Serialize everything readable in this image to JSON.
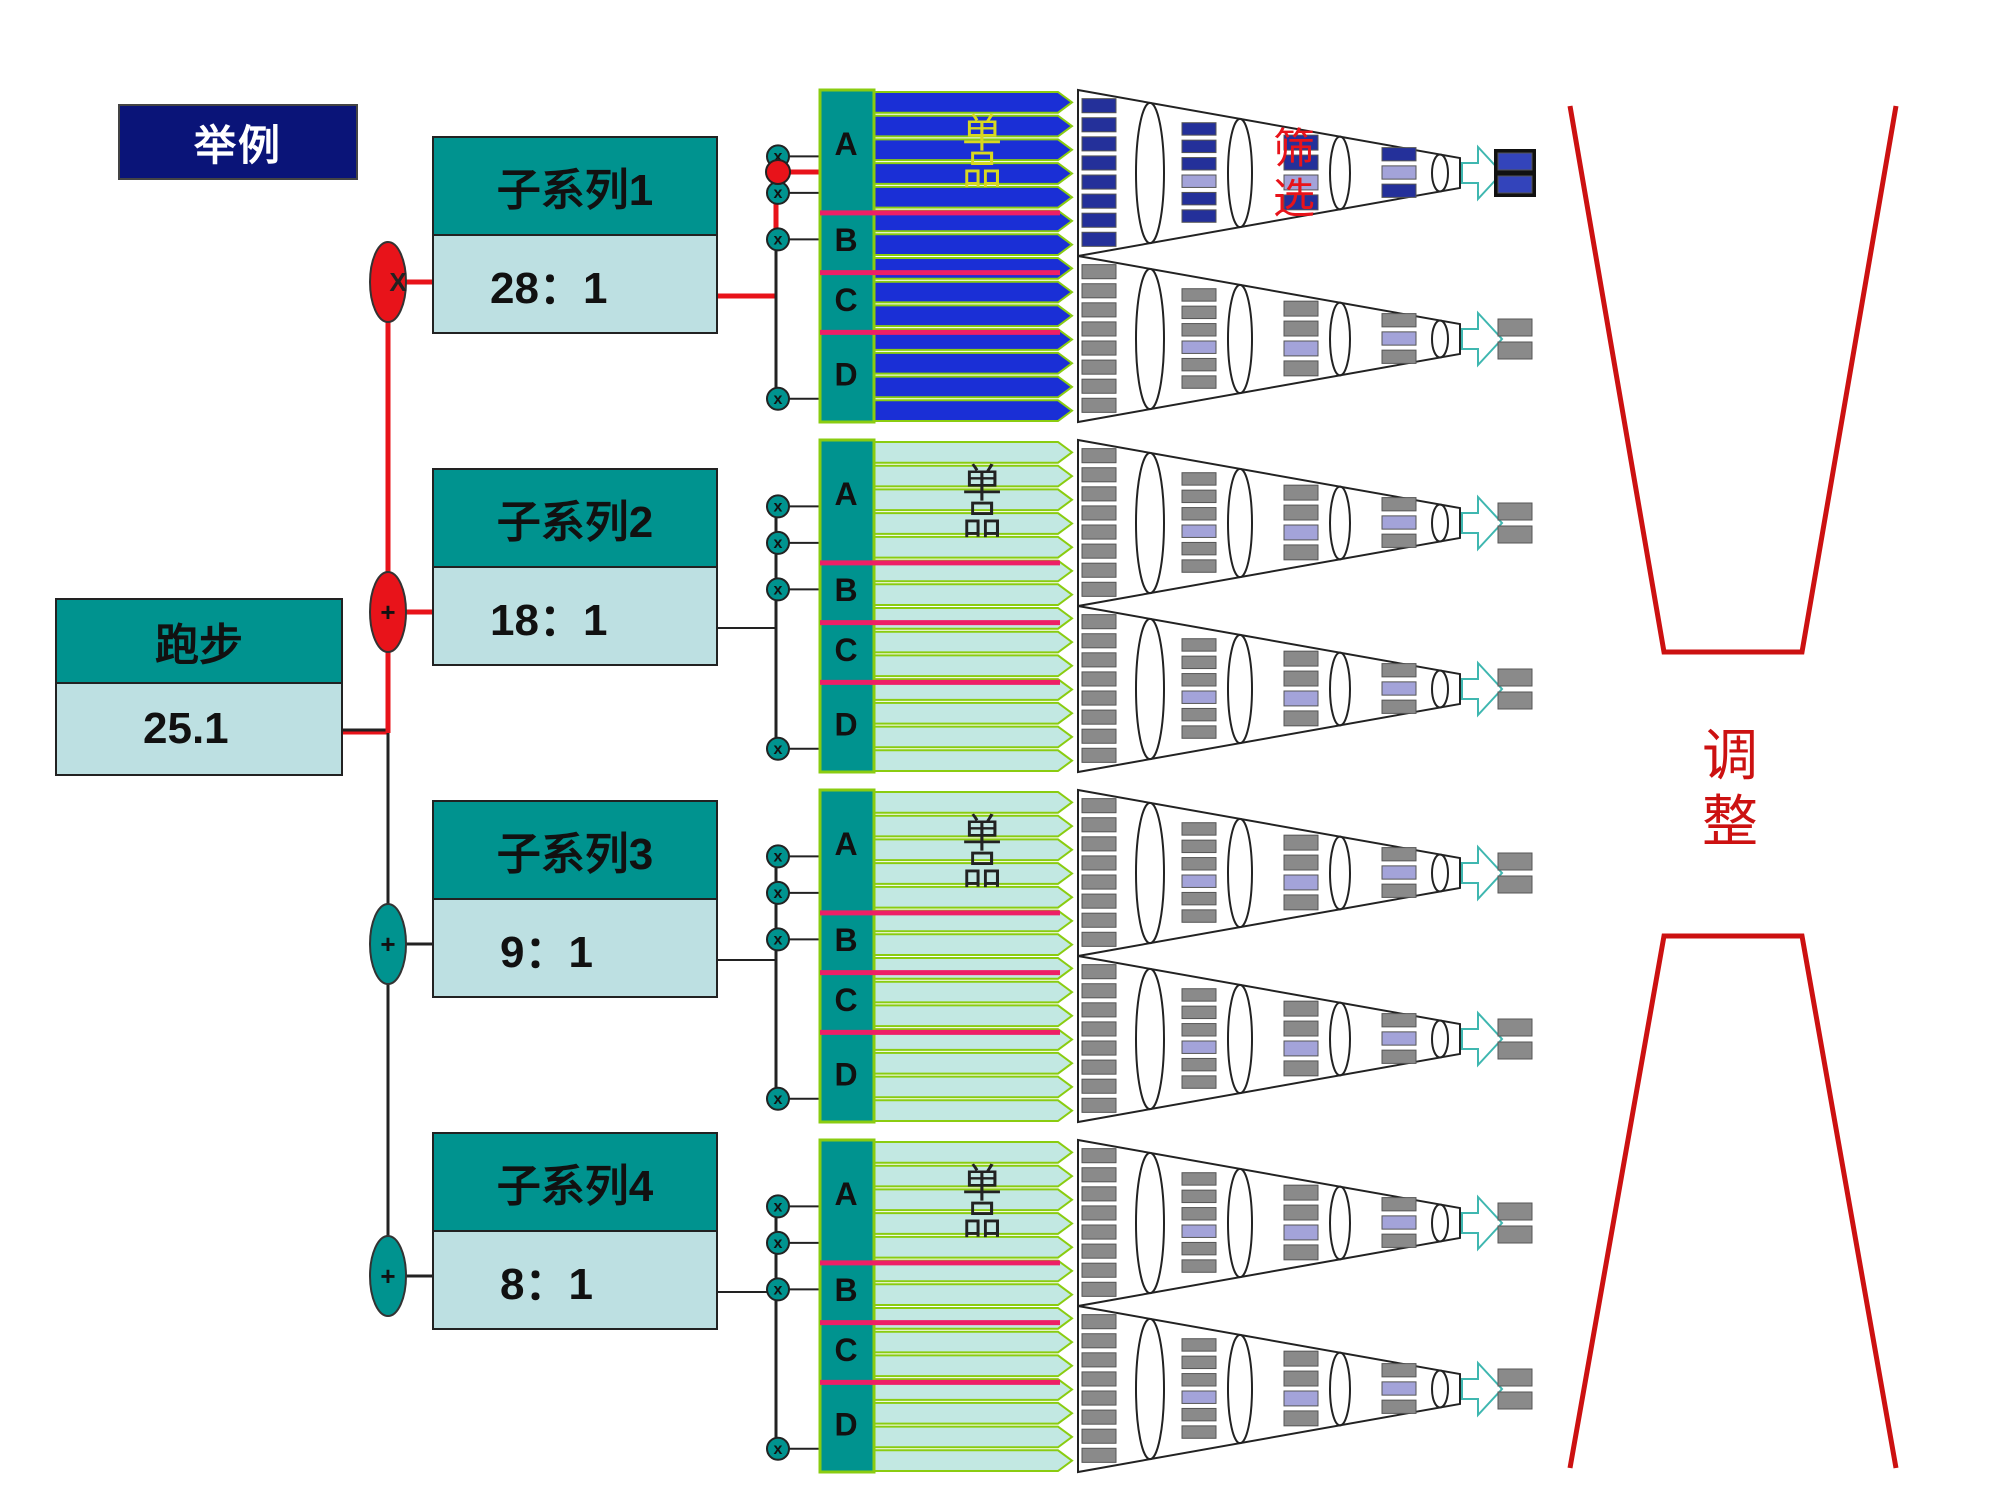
{
  "title": "举例",
  "root": {
    "name": "跑步",
    "value": "25.1"
  },
  "series": [
    {
      "name": "子系列1",
      "ratio": "28：1",
      "connector": "X",
      "highlight": true
    },
    {
      "name": "子系列2",
      "ratio": "18：1",
      "connector": "+",
      "highlight": true
    },
    {
      "name": "子系列3",
      "ratio": "9：1",
      "connector": "+",
      "highlight": false
    },
    {
      "name": "子系列4",
      "ratio": "8：1",
      "connector": "+",
      "highlight": false
    }
  ],
  "groups": [
    "A",
    "B",
    "C",
    "D"
  ],
  "item_label": "单品",
  "filter_label": "筛选",
  "adjust_label": "调整",
  "node_marker": "x",
  "colors": {
    "teal": "#00938f",
    "light_teal": "#bde0e2",
    "navy_title": "#0a1478",
    "blue_fill": "#1a2fd6",
    "light_green_fill": "#c2e8e2",
    "green_border": "#8acc10",
    "red": "#e8131a",
    "pink_line": "#ee1f66",
    "dark_red": "#cc1111",
    "funnel_gray": "#8a8a8a",
    "funnel_lavender": "#a3a3d9"
  }
}
